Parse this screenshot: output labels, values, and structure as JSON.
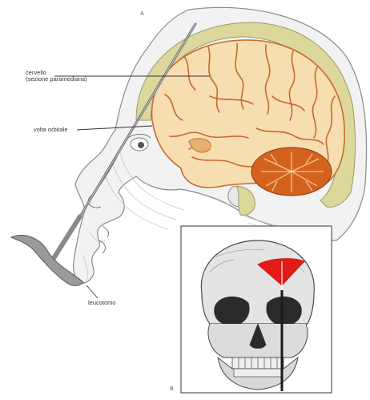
{
  "panels": {
    "a": "A",
    "b": "B"
  },
  "labels": {
    "brain_line1": "cervello",
    "brain_line2": "(sezione paramediana)",
    "orbital": "volta orbitale",
    "instrument": "leucotomo"
  },
  "colors": {
    "brain": "#f6deb0",
    "sulci": "#c9692f",
    "cerebellum": "#d4621e",
    "skull_band": "#dcd79a",
    "skin_shading": "#c8c8c8",
    "instrument": "#9a9a9a",
    "cut_sector": "#e51919"
  }
}
